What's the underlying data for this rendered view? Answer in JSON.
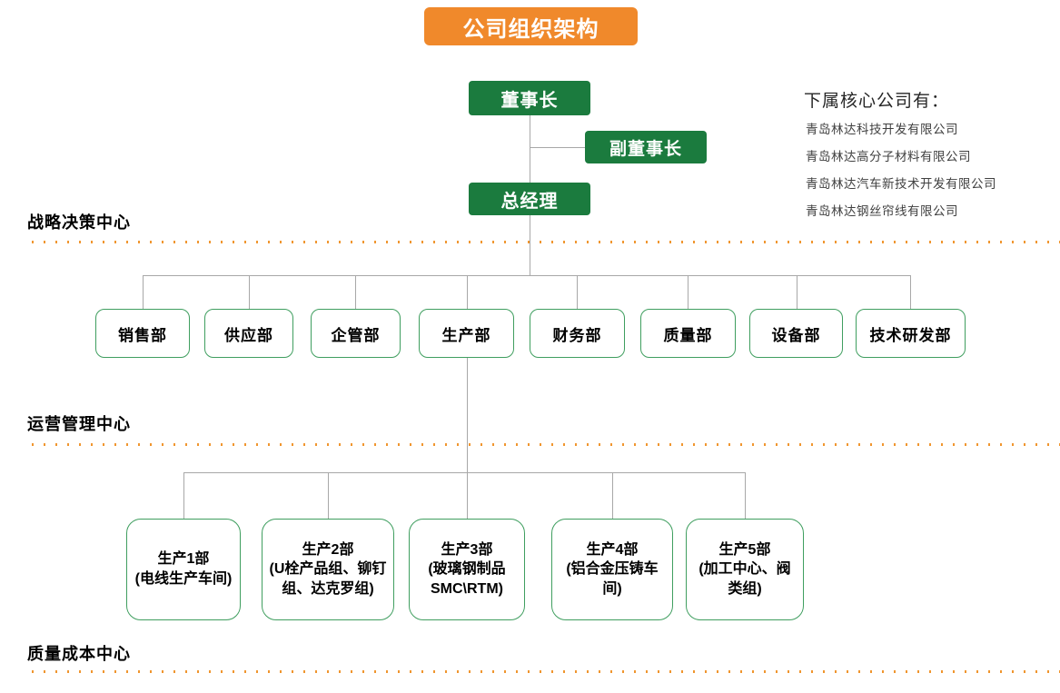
{
  "title": "公司组织架构",
  "colors": {
    "banner_orange": "#F0892B",
    "executive_green": "#1B7B3E",
    "box_border_green": "#3F9E5F",
    "connector_gray": "#A8A8A8",
    "dotted_line_orange": "#F0962F"
  },
  "executives": {
    "chairman": "董事长",
    "vice_chairman": "副董事长",
    "general_manager": "总经理"
  },
  "section_labels": [
    "战略决策中心",
    "运营管理中心",
    "质量成本中心"
  ],
  "subsidiaries": {
    "header": "下属核心公司有：",
    "items": [
      "青岛林达科技开发有限公司",
      "青岛林达高分子材料有限公司",
      "青岛林达汽车新技术开发有限公司",
      "青岛林达钢丝帘线有限公司"
    ]
  },
  "departments": [
    "销售部",
    "供应部",
    "企管部",
    "生产部",
    "财务部",
    "质量部",
    "设备部",
    "技术研发部"
  ],
  "production_departments": [
    "生产1部\n(电线生产车间)",
    "生产2部\n(U栓产品组、铆钉组、达克罗组)",
    "生产3部\n(玻璃钢制品SMC\\RTM)",
    "生产4部\n(铝合金压铸车间)",
    "生产5部\n(加工中心、阀类组)"
  ]
}
